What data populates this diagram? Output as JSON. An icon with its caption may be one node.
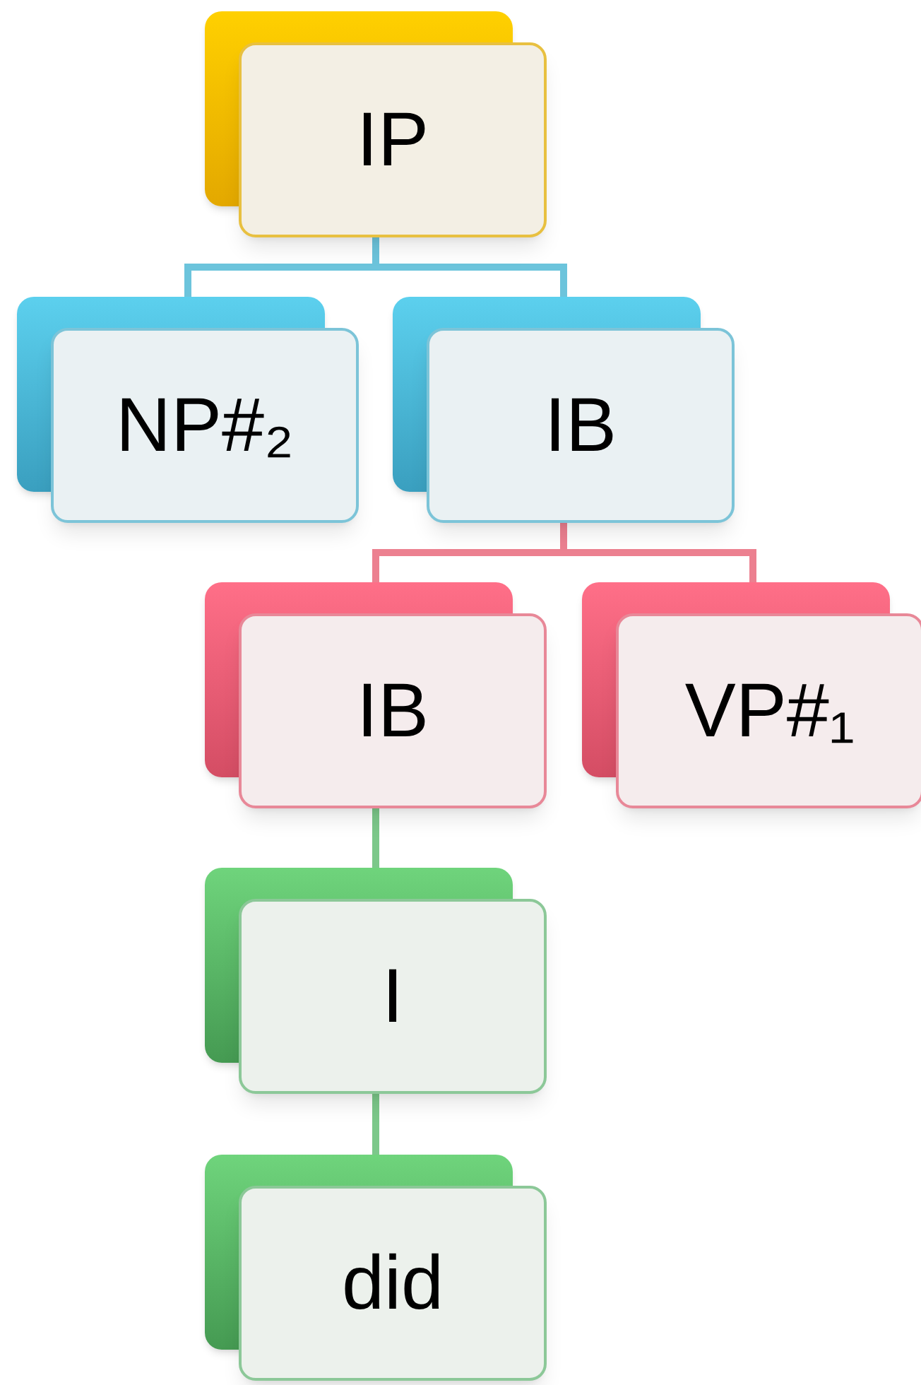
{
  "diagram": {
    "nodes": [
      {
        "text": [
          "IP"
        ]
      },
      {
        "text": [
          "NP#₂"
        ]
      },
      {
        "text": [
          "IB"
        ]
      },
      {
        "text": [
          "IB"
        ]
      },
      {
        "text": [
          "VP#₁"
        ]
      },
      {
        "text": [
          "I"
        ]
      },
      {
        "text": [
          "did"
        ]
      }
    ],
    "edges": [
      {
        "from": 0,
        "to": 1,
        "arrow": "none",
        "color": "#6cc4dc"
      },
      {
        "from": 0,
        "to": 2,
        "arrow": "none",
        "color": "#6cc4dc"
      },
      {
        "from": 2,
        "to": 3,
        "arrow": "none",
        "color": "#ec8090"
      },
      {
        "from": 2,
        "to": 4,
        "arrow": "none",
        "color": "#ec8090"
      },
      {
        "from": 3,
        "to": 5,
        "arrow": "none",
        "color": "#7cc88a"
      },
      {
        "from": 5,
        "to": 6,
        "arrow": "none",
        "color": "#7cc88a"
      }
    ]
  }
}
